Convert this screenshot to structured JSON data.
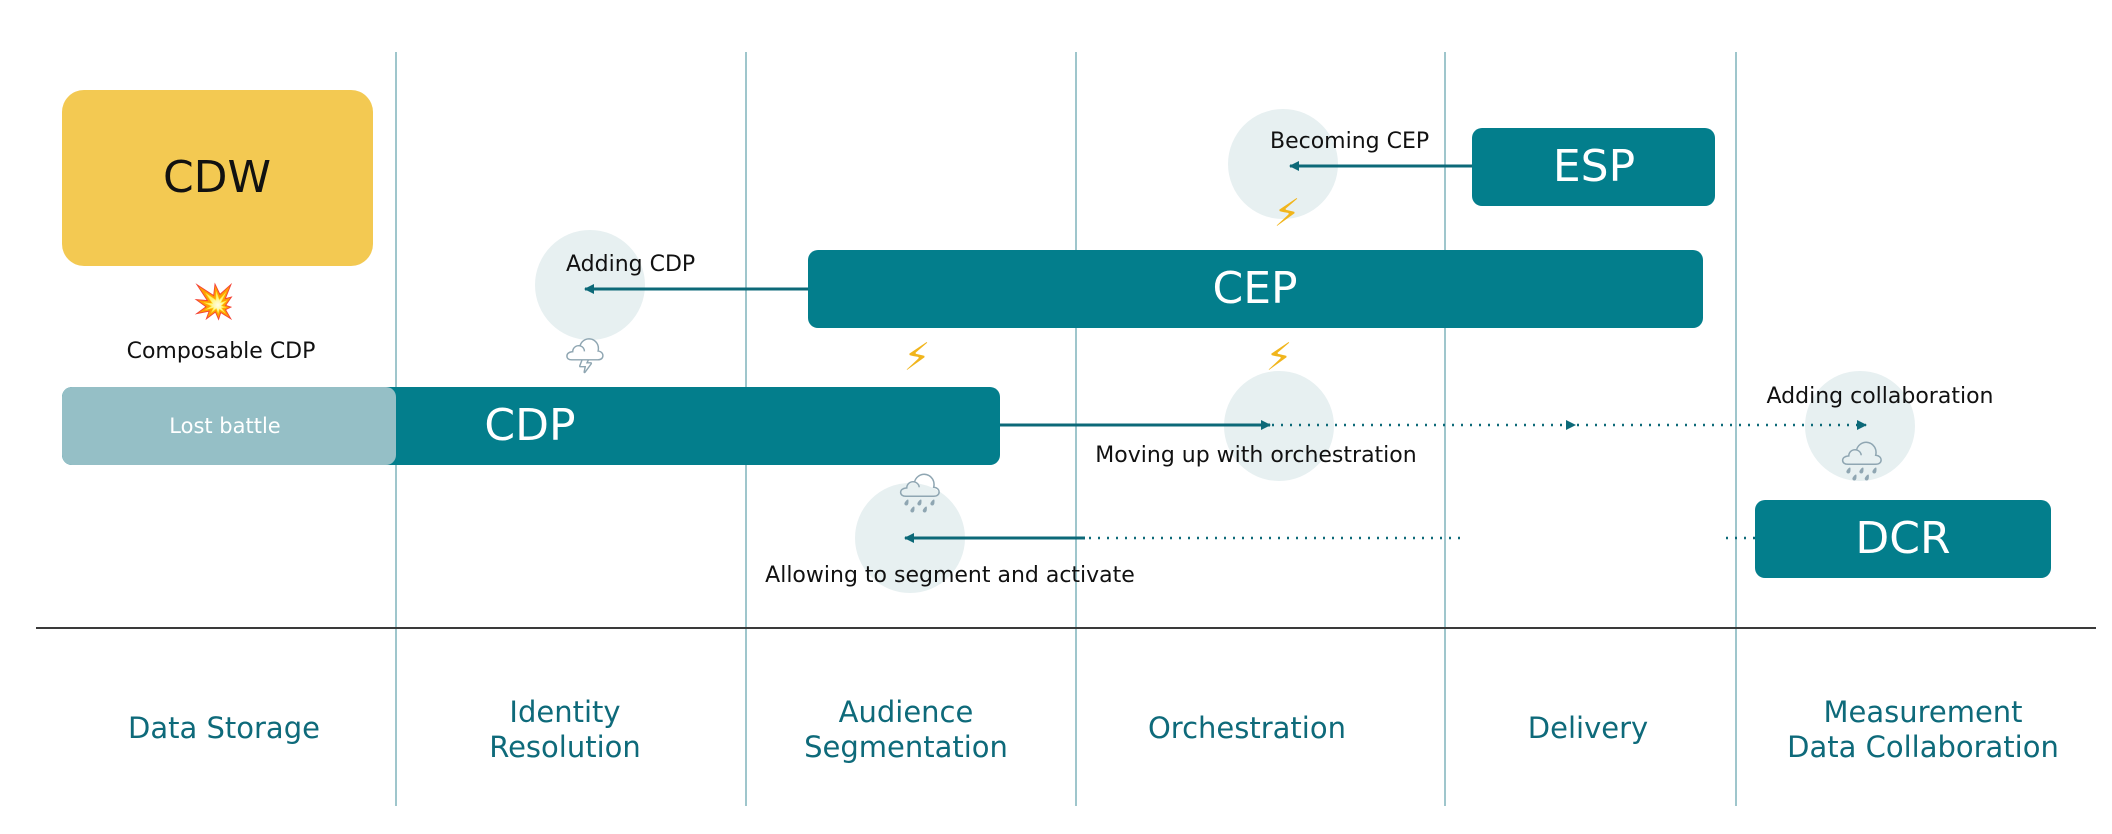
{
  "colors": {
    "teal": "#037e8c",
    "teal_dark_arrow": "#0c6978",
    "light_teal": "#95bfc6",
    "yellow": "#f3c952",
    "circle_bg": "#e7f0f1",
    "column_line": "#9fc6cc",
    "category_text": "#0e6a7a"
  },
  "boxes": {
    "cdw": "CDW",
    "esp": "ESP",
    "cep": "CEP",
    "cdp": "CDP",
    "lost_battle": "Lost battle",
    "dcr": "DCR"
  },
  "annotations": {
    "becoming_cep": "Becoming CEP",
    "adding_cdp": "Adding CDP",
    "composable_cdp": "Composable CDP",
    "moving_up": "Moving up with orchestration",
    "adding_collaboration": "Adding collaboration",
    "allowing_segment": "Allowing to segment and activate"
  },
  "icons": {
    "explosion": "💥",
    "lightning": "⚡",
    "cloud_lightning": "🌩",
    "cloud_rain": "🌧"
  },
  "categories": [
    {
      "line1": "Data Storage",
      "line2": ""
    },
    {
      "line1": "Identity",
      "line2": "Resolution"
    },
    {
      "line1": "Audience",
      "line2": "Segmentation"
    },
    {
      "line1": "Orchestration",
      "line2": ""
    },
    {
      "line1": "Delivery",
      "line2": ""
    },
    {
      "line1": "Measurement",
      "line2": "Data Collaboration"
    }
  ]
}
